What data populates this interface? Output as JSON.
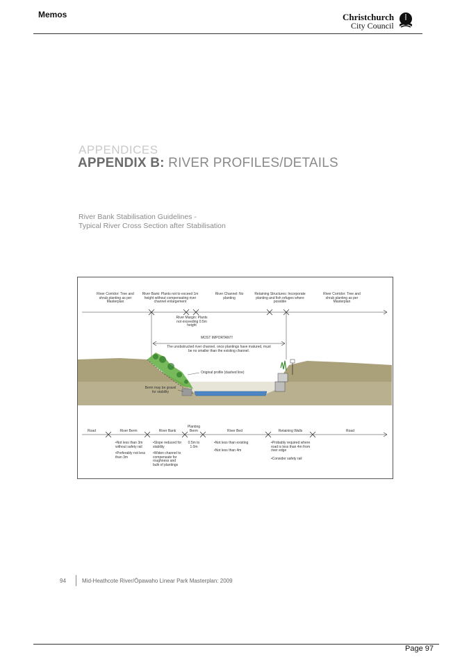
{
  "header": {
    "title": "Memos",
    "logo_line1": "Christchurch",
    "logo_line2": "City Council"
  },
  "appendix": {
    "label": "APPENDICES",
    "title_bold": "APPENDIX B:",
    "title_rest": " RIVER PROFILES/DETAILS",
    "subtitle_1": "River Bank Stabilisation Guidelines -",
    "subtitle_2": "Typical River Cross Section after Stabilisation"
  },
  "diagram": {
    "top_labels": [
      "River Corridor: Tree and shrub planting as per Masterplan",
      "River Bank: Plants not to exceed 1m height without compensating river channel enlargement",
      "River Channel: No planting",
      "Retaining Structures: Incorporate planting and fish refuges where possible",
      "River Corridor: Tree and shrub planting as per Masterplan"
    ],
    "river_margin": "River Margin: Plants not exceeding 0.5m height",
    "most_important": "MOST IMPORTANT!",
    "unobstructed": "The unobstructed river channel, once plantings have matured, must be no smaller than the existing channel.",
    "original_profile": "Original profile (dashed line)",
    "berm_note": "Berm may be gravel for stability",
    "zones": [
      "Road",
      "River Berm",
      "River Bank",
      "Planting Berm",
      "River Bed",
      "Retaining Walls",
      "Road"
    ],
    "notes": {
      "berm": [
        "•Not less than 3m without safety rail",
        "•Preferably not less than 3m"
      ],
      "bank": [
        "•Slope reduced for stability",
        "•Widen channel to compensate for roughness and bulk of plantings"
      ],
      "planting": [
        "0.5m to 1.0m"
      ],
      "bed": [
        "•Not less than existing",
        "•Not less than 4m"
      ],
      "walls": [
        "•Probably required where road is less than 4m from river edge",
        "•Consider safety rail"
      ]
    }
  },
  "footer": {
    "page_ref": "94",
    "doc_title": "Mid-Heathcote River/Ōpawaho Linear Park Masterplan: 2009",
    "page_label": "Page 97"
  },
  "colors": {
    "ground": "#aaa07a",
    "water": "#4e86c5",
    "vegetation": "#5fae3f"
  }
}
